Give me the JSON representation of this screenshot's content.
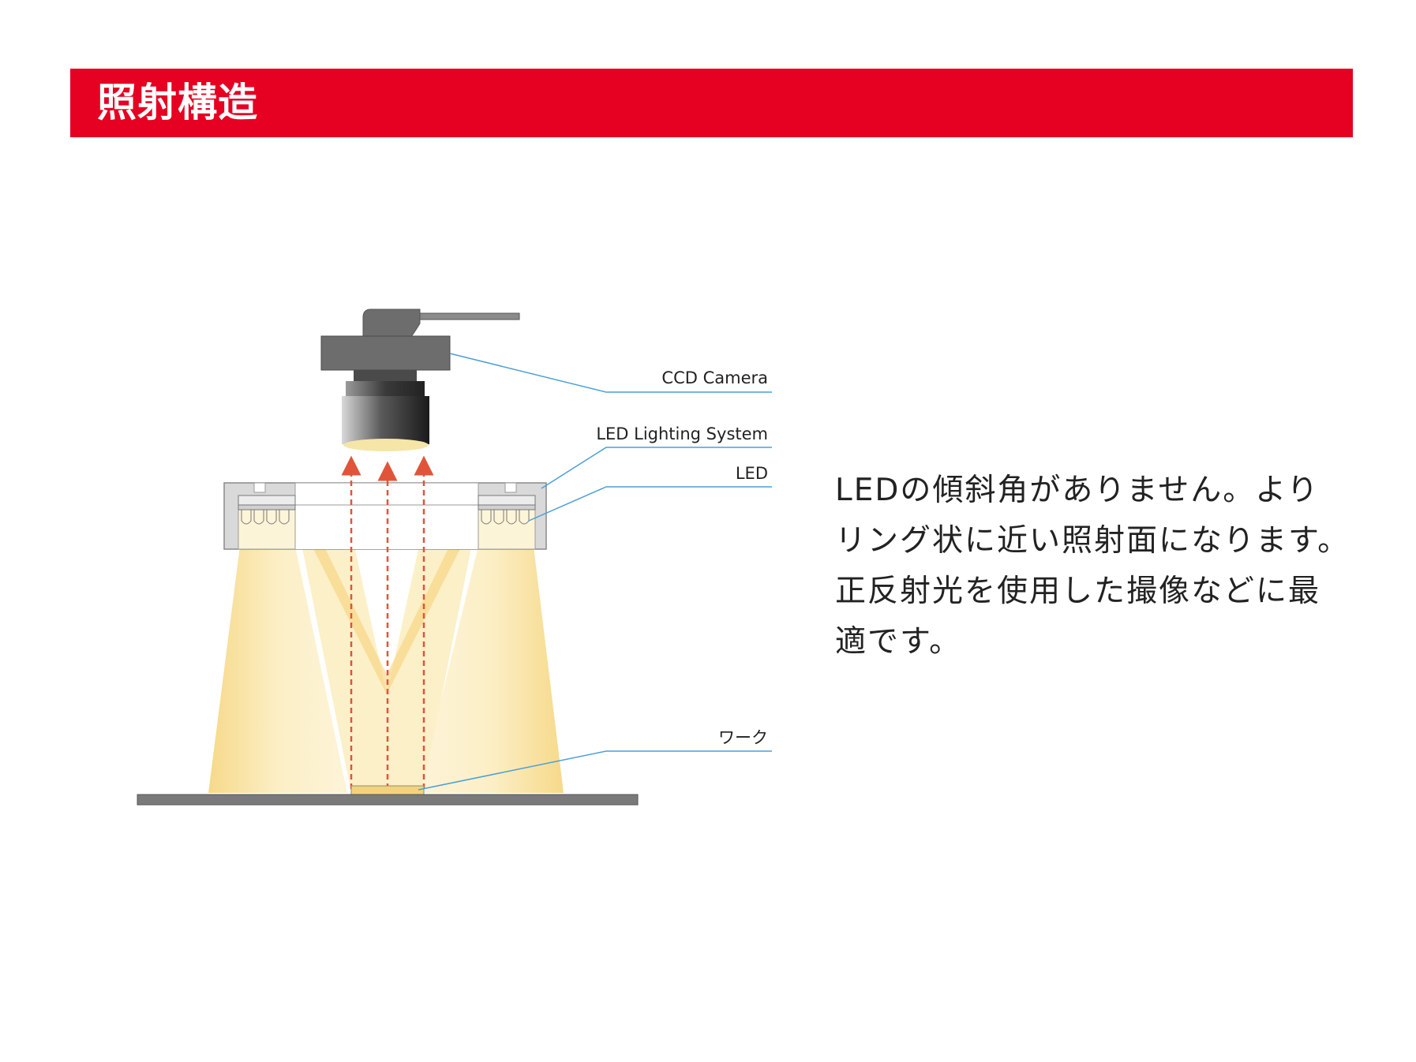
{
  "header": {
    "title": "照射構造"
  },
  "diagram": {
    "labels": {
      "camera": "CCD Camera",
      "lighting_system": "LED Lighting System",
      "led": "LED",
      "work": "ワーク"
    },
    "colors": {
      "accent": "#e60022",
      "leader_line": "#4a9fd8",
      "light_beam": "#fbe6a0",
      "reflected_arrow": "#e0553a",
      "housing": "#d9d9d9",
      "camera_body": "#6d6d6d",
      "stage": "#7a7a7a"
    }
  },
  "description": {
    "lines": [
      "LEDの傾斜角がありません。より",
      "リング状に近い照射面になります。",
      "正反射光を使用した撮像などに最",
      "適です。"
    ]
  }
}
